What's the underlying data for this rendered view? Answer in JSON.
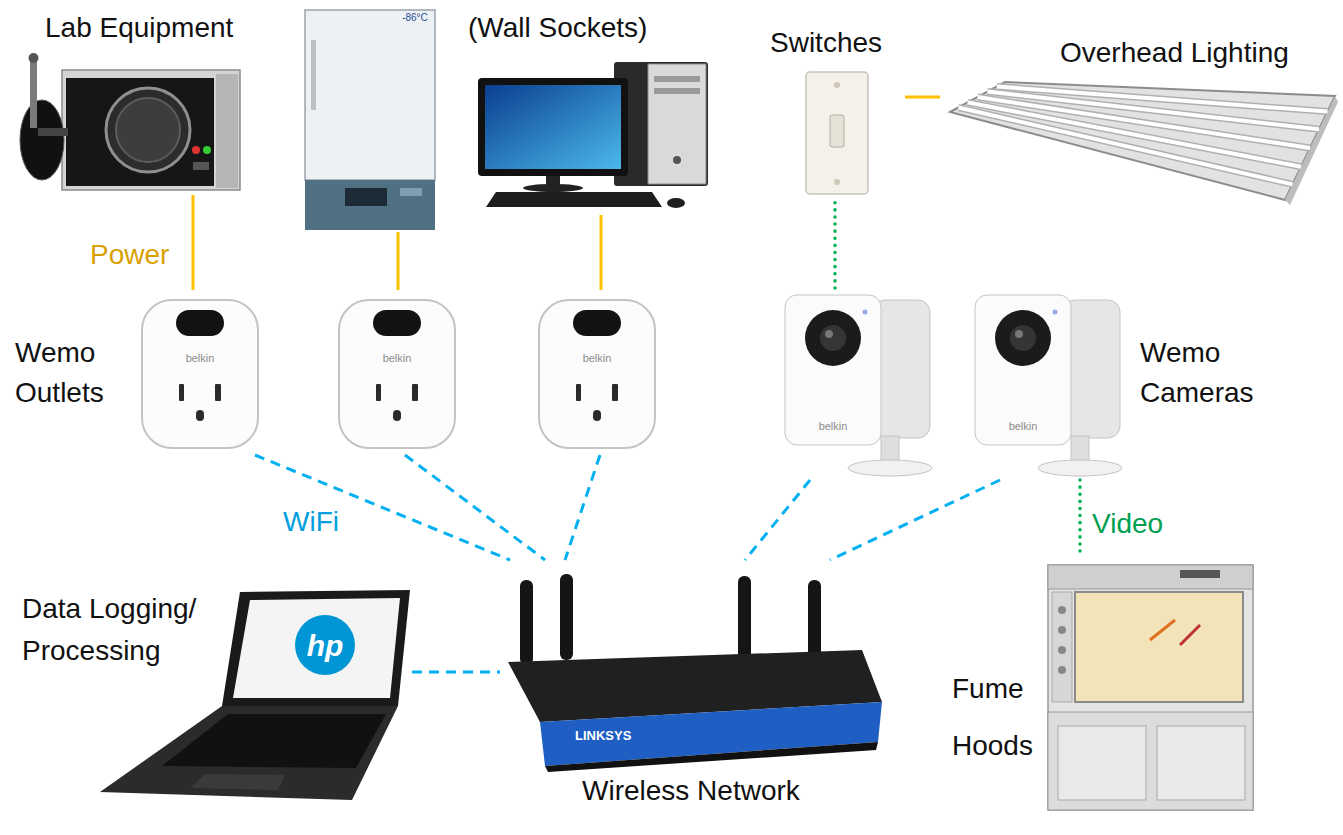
{
  "diagram": {
    "nodes": [
      {
        "text": [
          "Lab Equipment"
        ]
      },
      {
        "text": [
          "-86°C"
        ]
      },
      {
        "text": [
          "(Wall Sockets)"
        ]
      },
      {
        "text": [
          "Switches"
        ]
      },
      {
        "text": [
          "Overhead Lighting"
        ]
      },
      {
        "text": [
          "belkin"
        ]
      },
      {
        "text": [
          "belkin"
        ]
      },
      {
        "text": [
          "belkin"
        ]
      },
      {
        "text": [
          "belkin"
        ]
      },
      {
        "text": [
          "belkin"
        ]
      },
      {
        "text": [
          "Data Logging/ Processing",
          "hp"
        ]
      },
      {
        "text": [
          "LINKSYS",
          "Wireless Network"
        ]
      },
      {
        "text": [
          "Fume Hoods"
        ]
      }
    ],
    "edges": [
      {
        "from": 0,
        "to": 5,
        "arrow": "none"
      },
      {
        "from": 1,
        "to": 6,
        "arrow": "none"
      },
      {
        "from": 2,
        "to": 7,
        "arrow": "none"
      },
      {
        "from": 3,
        "to": 4,
        "arrow": "none"
      },
      {
        "from": 8,
        "to": 3,
        "arrow": "none"
      },
      {
        "from": 9,
        "to": 12,
        "arrow": "none"
      },
      {
        "from": 5,
        "to": 11,
        "arrow": "none"
      },
      {
        "from": 6,
        "to": 11,
        "arrow": "none"
      },
      {
        "from": 7,
        "to": 11,
        "arrow": "none"
      },
      {
        "from": 8,
        "to": 11,
        "arrow": "none"
      },
      {
        "from": 9,
        "to": 11,
        "arrow": "none"
      },
      {
        "from": 10,
        "to": 11,
        "arrow": "none"
      }
    ],
    "labels": [
      "Power",
      "Wemo Outlets",
      "Wemo Cameras",
      "WiFi",
      "Video"
    ]
  }
}
